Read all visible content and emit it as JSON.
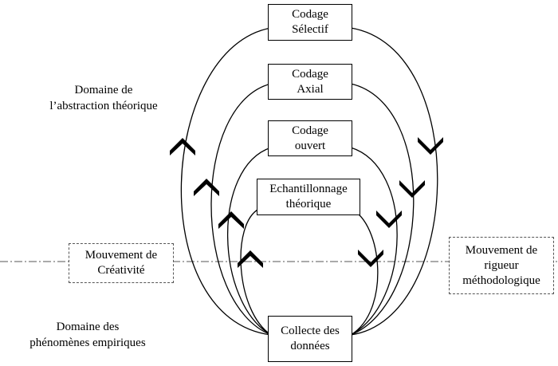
{
  "boxes": {
    "selectif": [
      "Codage",
      "Sélectif"
    ],
    "axial": [
      "Codage",
      "Axial"
    ],
    "ouvert": [
      "Codage",
      "ouvert"
    ],
    "echantillonnage": [
      "Echantillonnage",
      "théorique"
    ],
    "collecte": [
      "Collecte des",
      "données"
    ]
  },
  "domains": {
    "abstraction": [
      "Domaine de",
      "l’abstraction théorique"
    ],
    "empiriques": [
      "Domaine des",
      "phénomènes empiriques"
    ]
  },
  "movements": {
    "creativite": [
      "Mouvement de",
      "Créativité"
    ],
    "rigueur": [
      "Mouvement de",
      "rigueur",
      "méthodologique"
    ]
  },
  "colors": {
    "line": "#000000",
    "dashed": "#555555",
    "background": "#ffffff"
  }
}
